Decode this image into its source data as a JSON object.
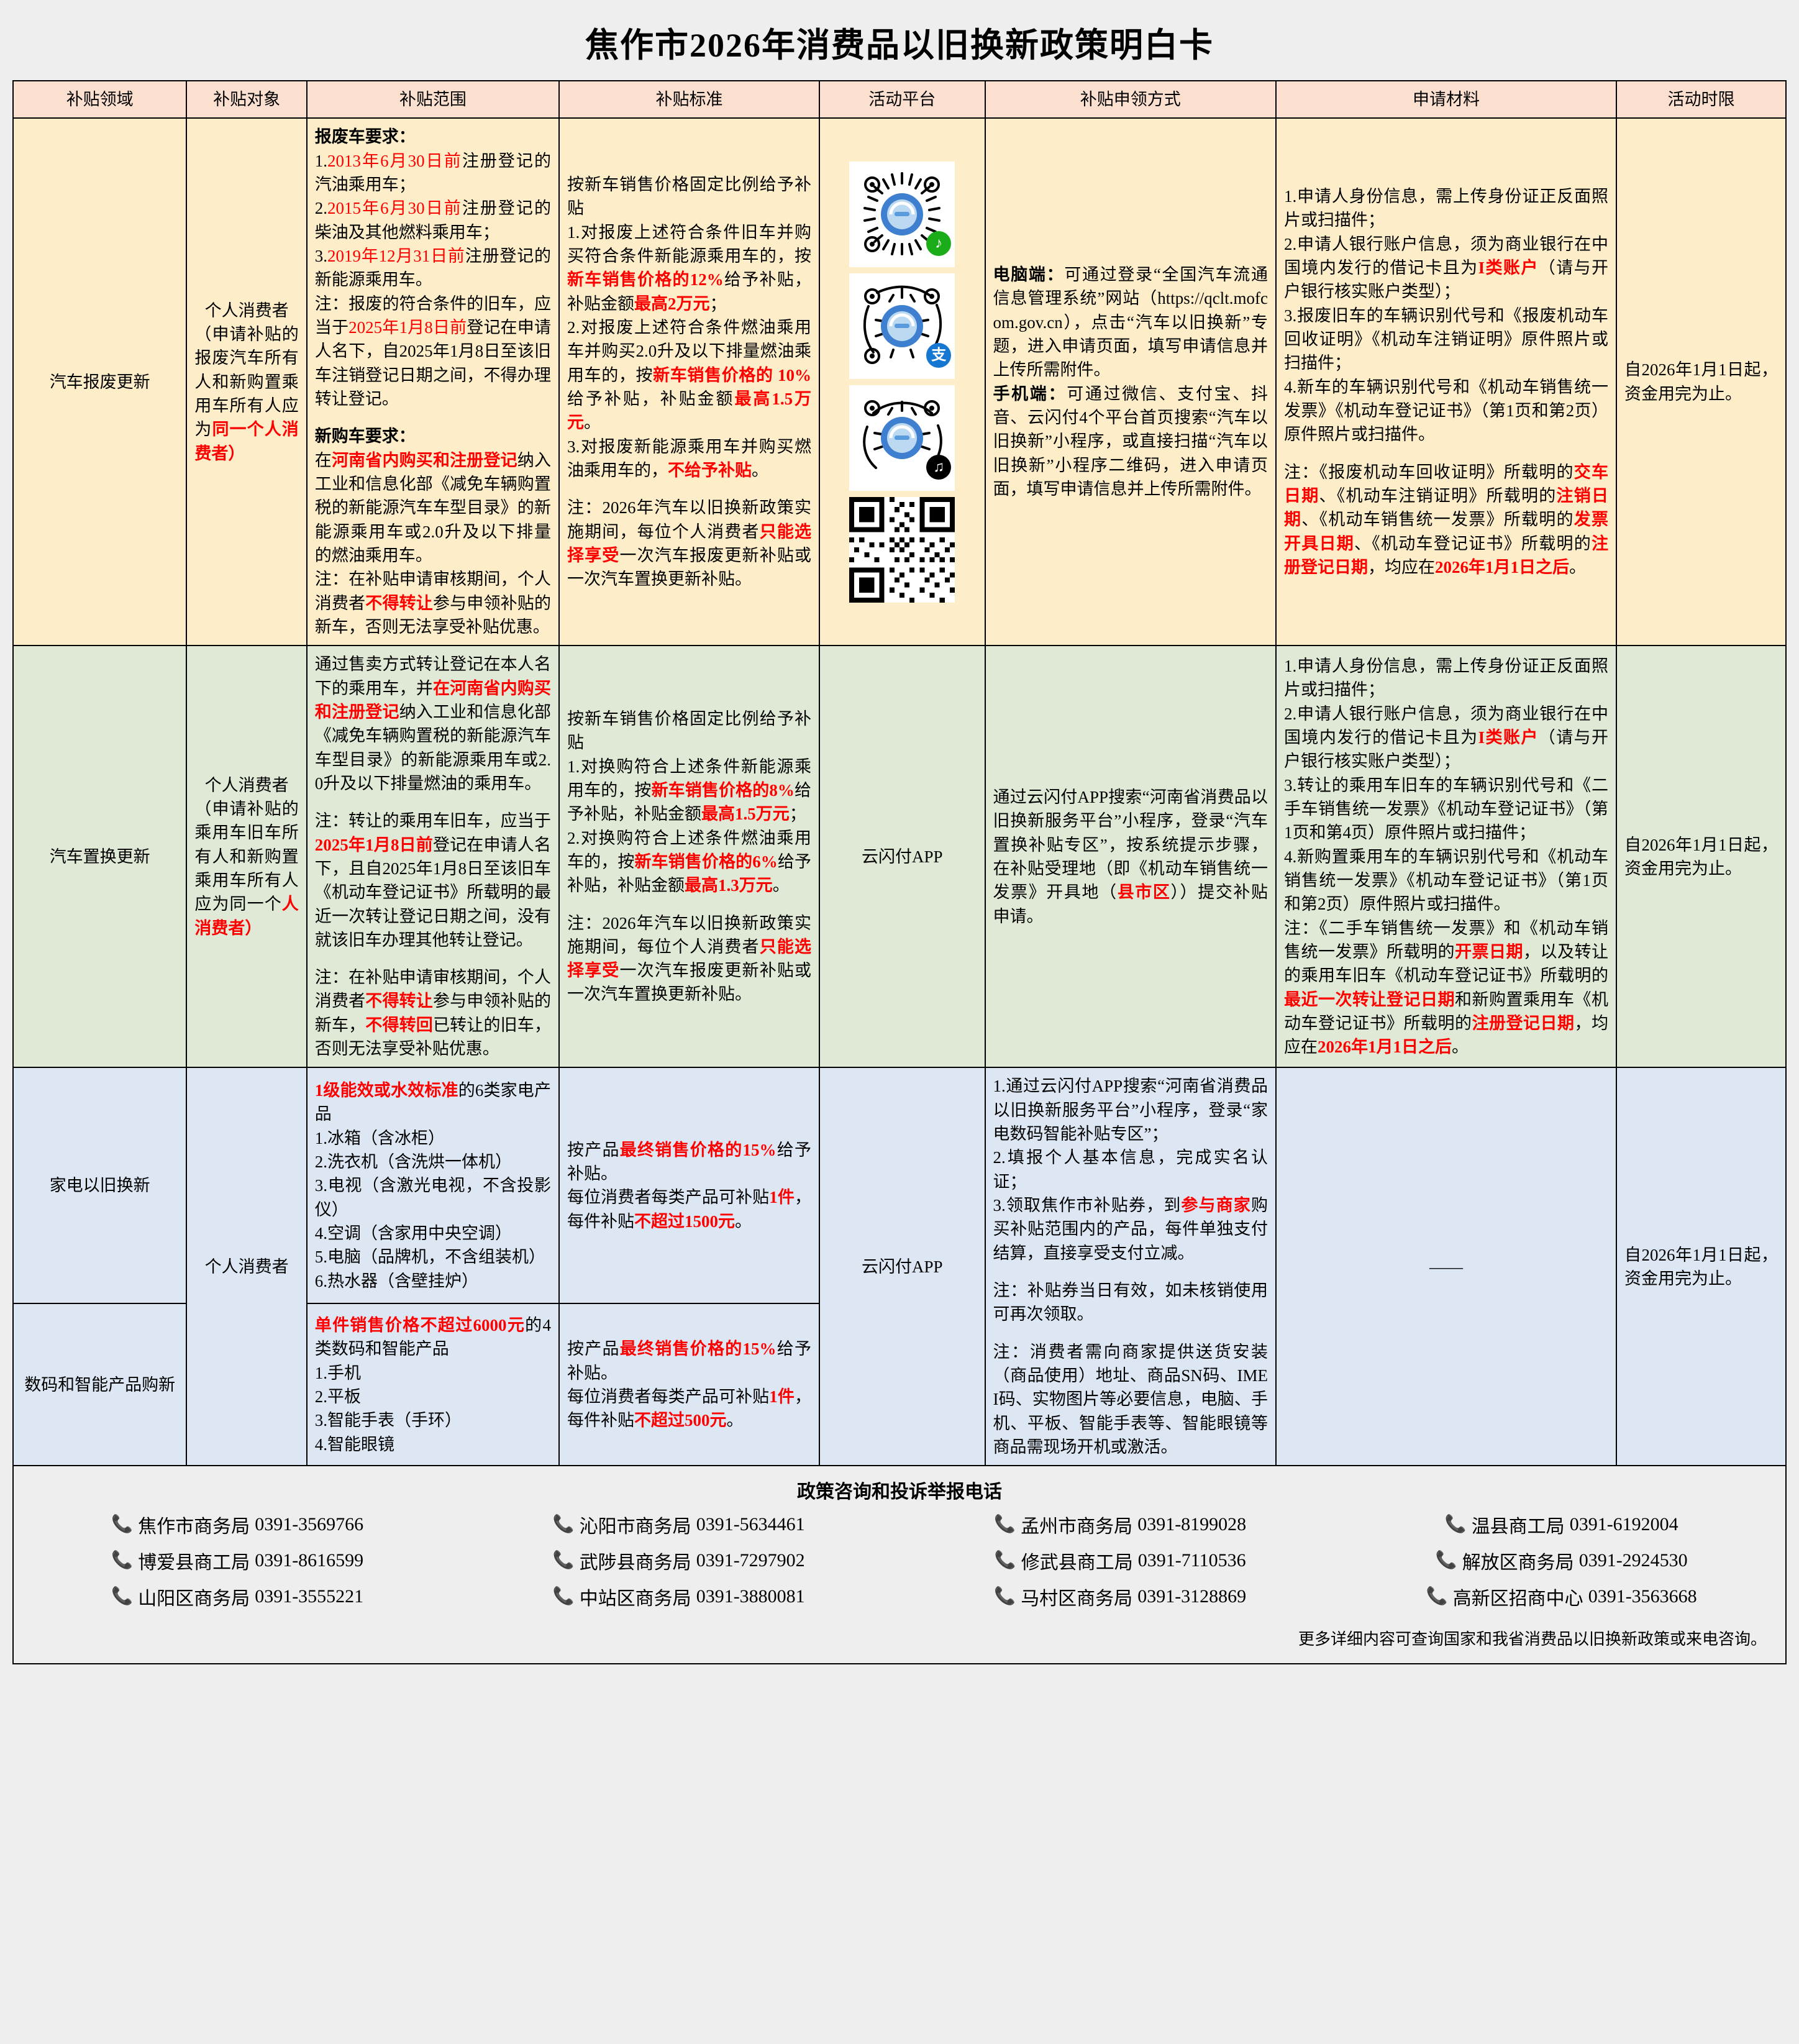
{
  "title": "焦作市2026年消费品以旧换新政策明白卡",
  "columns": [
    "补贴领域",
    "补贴对象",
    "补贴范围",
    "补贴标准",
    "活动平台",
    "补贴申领方式",
    "申请材料",
    "活动时限"
  ],
  "colors": {
    "header_bg": "#fbe0d0",
    "row_auto_bg": "#fdeec9",
    "row_swap_bg": "#dfe9d5",
    "row_appliance_bg": "#dde7f3",
    "highlight": "#ff0000",
    "page_bg": "#eeeeee"
  },
  "rows": {
    "auto_scrap": {
      "field": "汽车报废更新",
      "target_1": "个人消费者",
      "target_2": "（申请补贴的报废汽车所有人和新购置乘用车所有人应为",
      "target_3": "同一个人消费者）",
      "scope": {
        "h1": "报废车要求：",
        "l1_num": "1.",
        "l1_red": "2013年6月30日前",
        "l1_rest": "注册登记的汽油乘用车；",
        "l2_num": "2.",
        "l2_red": "2015年6月30日前",
        "l2_rest": "注册登记的柴油及其他燃料乘用车；",
        "l3_num": "3.",
        "l3_red": "2019年12月31日前",
        "l3_rest": "注册登记的新能源乘用车。",
        "note_a": "注：报废的符合条件的旧车，应当于",
        "note_a_red": "2025年1月8日前",
        "note_a_rest": "登记在申请人名下，自2025年1月8日至该旧车注销登记日期之间，不得办理转让登记。",
        "h2": "新购车要求：",
        "n_pre": "在",
        "n_red": "河南省内购买和注册登记",
        "n_rest": "纳入工业和信息化部《减免车辆购置税的新能源汽车车型目录》的新能源乘用车或2.0升及以下排量的燃油乘用车。",
        "note_b_pre": "注：在补贴申请审核期间，个人消费者",
        "note_b_red": "不得转让",
        "note_b_rest": "参与申领补贴的新车，否则无法享受补贴优惠。"
      },
      "standard": {
        "intro": "按新车销售价格固定比例给予补贴",
        "i1_pre": "1.对报废上述符合条件旧车并购买符合条件新能源乘用车的，按",
        "i1_red1": "新车销售价格的12%",
        "i1_mid": "给予补贴，补贴金额",
        "i1_red2": "最高2万元",
        "i1_end": "；",
        "i2_pre": "2.对报废上述符合条件燃油乘用车并购买2.0升及以下排量燃油乘用车的，按",
        "i2_red1": "新车销售价格的 10%",
        "i2_mid": "给予补贴，补贴金额",
        "i2_red2": "最高1.5万元",
        "i2_end": "。",
        "i3_pre": "3.对报废新能源乘用车并购买燃油乘用车的，",
        "i3_red": "不给予补贴",
        "i3_end": "。",
        "note_pre": "注：2026年汽车以旧换新政策实施期间，每位个人消费者",
        "note_red": "只能选择享受",
        "note_rest": "一次汽车报废更新补贴或一次汽车置换更新补贴。"
      },
      "platform": {
        "qr_items": [
          {
            "name": "wechat-mini-program-qr",
            "badge": "微信",
            "badge_color": "green"
          },
          {
            "name": "alipay-mini-program-qr",
            "badge": "支付宝",
            "badge_color": "blue"
          },
          {
            "name": "douyin-mini-program-qr",
            "badge": "抖音",
            "badge_color": "dark"
          },
          {
            "name": "unionpay-qr",
            "badge": "",
            "badge_color": ""
          }
        ]
      },
      "apply": {
        "pc_label": "电脑端：",
        "pc_text": "可通过登录“全国汽车流通信息管理系统”网站（https://qclt.mofcom.gov.cn），点击“汽车以旧换新”专题，进入申请页面，填写申请信息并上传所需附件。",
        "mobile_label": "手机端：",
        "mobile_text": "可通过微信、支付宝、抖音、云闪付4个平台首页搜索“汽车以旧换新”小程序，或直接扫描“汽车以旧换新”小程序二维码，进入申请页面，填写申请信息并上传所需附件。"
      },
      "materials": {
        "m1": "1.申请人身份信息，需上传身份证正反面照片或扫描件；",
        "m2_pre": "2.申请人银行账户信息，须为商业银行在中国境内发行的借记卡且为",
        "m2_red": "I类账户",
        "m2_rest": "（请与开户银行核实账户类型）；",
        "m3": "3.报废旧车的车辆识别代号和《报废机动车回收证明》《机动车注销证明》原件照片或扫描件；",
        "m4": "4.新车的车辆识别代号和《机动车销售统一发票》《机动车登记证书》（第1页和第2页）原件照片或扫描件。",
        "note_pre": "注：《报废机动车回收证明》所载明的",
        "note_r1": "交车日期",
        "note_m1": "、《机动车注销证明》所载明的",
        "note_r2": "注销日期",
        "note_m2": "、《机动车销售统一发票》所载明的",
        "note_r3": "发票开具日期",
        "note_m3": "、《机动车登记证书》所载明的",
        "note_r4": "注册登记日期",
        "note_m4": "，均应在",
        "note_r5": "2026年1月1日之后",
        "note_end": "。"
      },
      "period": "自2026年1月1日起，资金用完为止。"
    },
    "auto_swap": {
      "field": "汽车置换更新",
      "target_1": "个人消费者",
      "target_2": "（申请补贴的乘用车旧车所有人和新购置乘用车所有人应为同一个",
      "target_3": "人消费者）",
      "scope": {
        "p_pre": "通过售卖方式转让登记在本人名下的乘用车，并",
        "p_red": "在河南省内购买和注册登记",
        "p_rest": "纳入工业和信息化部《减免车辆购置税的新能源汽车车型目录》的新能源乘用车或2.0升及以下排量燃油的乘用车。",
        "note_a_pre": "注：转让的乘用车旧车，应当于",
        "note_a_red": "2025年1月8日前",
        "note_a_rest": "登记在申请人名下，且自2025年1月8日至该旧车《机动车登记证书》所载明的最近一次转让登记日期之间，没有就该旧车办理其他转让登记。",
        "note_b_pre": "注：在补贴申请审核期间，个人消费者",
        "note_b_red1": "不得转让",
        "note_b_mid": "参与申领补贴的新车，",
        "note_b_red2": "不得转回",
        "note_b_rest": "已转让的旧车，否则无法享受补贴优惠。"
      },
      "standard": {
        "intro": "按新车销售价格固定比例给予补贴",
        "i1_pre": "1.对换购符合上述条件新能源乘用车的，按",
        "i1_red1": "新车销售价格的8%",
        "i1_mid": "给予补贴，补贴金额",
        "i1_red2": "最高1.5万元",
        "i1_end": "；",
        "i2_pre": "2.对换购符合上述条件燃油乘用车的，按",
        "i2_red1": "新车销售价格的6%",
        "i2_mid": "给予补贴，补贴金额",
        "i2_red2": "最高1.3万元",
        "i2_end": "。",
        "note_pre": "注：2026年汽车以旧换新政策实施期间，每位个人消费者",
        "note_red": "只能选择享受",
        "note_rest": "一次汽车报废更新补贴或一次汽车置换更新补贴。"
      },
      "platform": "云闪付APP",
      "apply": {
        "text_pre": "通过云闪付APP搜索“河南省消费品以旧换新服务平台”小程序，登录“汽车置换补贴专区”，按系统提示步骤，在补贴受理地（即《机动车销售统一发票》开具地（",
        "text_red": "县市区",
        "text_rest": "））提交补贴申请。"
      },
      "materials": {
        "m1": "1.申请人身份信息，需上传身份证正反面照片或扫描件；",
        "m2_pre": "2.申请人银行账户信息，须为商业银行在中国境内发行的借记卡且为",
        "m2_red": "I类账户",
        "m2_rest": "（请与开户银行核实账户类型）；",
        "m3": "3.转让的乘用车旧车的车辆识别代号和《二手车销售统一发票》《机动车登记证书》（第1页和第4页）原件照片或扫描件；",
        "m4": "4.新购置乘用车的车辆识别代号和《机动车销售统一发票》《机动车登记证书》（第1页和第2页）原件照片或扫描件。",
        "note_pre": "注：《二手车销售统一发票》和《机动车销售统一发票》所载明的",
        "note_r1": "开票日期",
        "note_m1": "，以及转让的乘用车旧车《机动车登记证书》所载明的",
        "note_r2": "最近一次转让登记日期",
        "note_m2": "和新购置乘用车《机动车登记证书》所载明的",
        "note_r3": "注册登记日期",
        "note_m3": "，均应在",
        "note_r4": "2026年1月1日之后",
        "note_end": "。"
      },
      "period": "自2026年1月1日起，资金用完为止。"
    },
    "appliance": {
      "field": "家电以旧换新",
      "target": "个人消费者",
      "scope": {
        "head_red": "1级能效或水效标准",
        "head_rest": "的6类家电产品",
        "items": [
          "1.冰箱（含冰柜）",
          "2.洗衣机（含洗烘一体机）",
          "3.电视（含激光电视，不含投影仪）",
          "4.空调（含家用中央空调）",
          "5.电脑（品牌机，不含组装机）",
          "6.热水器（含壁挂炉）"
        ]
      },
      "standard": {
        "l1_pre": "按产品",
        "l1_red": "最终销售价格的15%",
        "l1_rest": "给予补贴。",
        "l2_pre": "每位消费者每类产品可补贴",
        "l2_red1": "1件",
        "l2_mid": "，每件补贴",
        "l2_red2": "不超过1500元",
        "l2_end": "。"
      },
      "platform": "云闪付APP",
      "apply": {
        "s1_pre": "1.通过云闪付APP搜索“河南省消费品以旧换新服务平台”小程序，登录“家电数码智能补贴专区”；",
        "s2": "2.填报个人基本信息，完成实名认证；",
        "s3_pre": "3.领取焦作市补贴券，到",
        "s3_red": "参与商家",
        "s3_rest": "购买补贴范围内的产品，每件单独支付结算，直接享受支付立减。",
        "note1": "注：补贴券当日有效，如未核销使用可再次领取。",
        "note2": "注：消费者需向商家提供送货安装（商品使用）地址、商品SN码、IMEI码、实物图片等必要信息，电脑、手机、平板、智能手表等、智能眼镜等商品需现场开机或激活。"
      },
      "materials": "——",
      "period": "自2026年1月1日起，资金用完为止。"
    },
    "digital": {
      "field": "数码和智能产品购新",
      "scope": {
        "head_red": "单件销售价格不超过6000元",
        "head_rest": "的4类数码和智能产品",
        "items": [
          "1.手机",
          "2.平板",
          "3.智能手表（手环）",
          "4.智能眼镜"
        ]
      },
      "standard": {
        "l1_pre": "按产品",
        "l1_red": "最终销售价格的15%",
        "l1_rest": "给予补贴。",
        "l2_pre": "每位消费者每类产品可补贴",
        "l2_red1": "1件",
        "l2_mid": "，每件补贴",
        "l2_red2": "不超过500元",
        "l2_end": "。"
      }
    }
  },
  "footer": {
    "title": "政策咨询和投诉举报电话",
    "phones": [
      {
        "org": "焦作市商务局",
        "num": "0391-3569766"
      },
      {
        "org": "沁阳市商务局",
        "num": "0391-5634461"
      },
      {
        "org": "孟州市商务局",
        "num": "0391-8199028"
      },
      {
        "org": "温县商工局",
        "num": "0391-6192004"
      },
      {
        "org": "博爱县商工局",
        "num": "0391-8616599"
      },
      {
        "org": "武陟县商务局",
        "num": "0391-7297902"
      },
      {
        "org": "修武县商工局",
        "num": "0391-7110536"
      },
      {
        "org": "解放区商务局",
        "num": "0391-2924530"
      },
      {
        "org": "山阳区商务局",
        "num": "0391-3555221"
      },
      {
        "org": "中站区商务局",
        "num": "0391-3880081"
      },
      {
        "org": "马村区商务局",
        "num": "0391-3128869"
      },
      {
        "org": "高新区招商中心",
        "num": "0391-3563668"
      }
    ],
    "more": "更多详细内容可查询国家和我省消费品以旧换新政策或来电咨询。"
  }
}
